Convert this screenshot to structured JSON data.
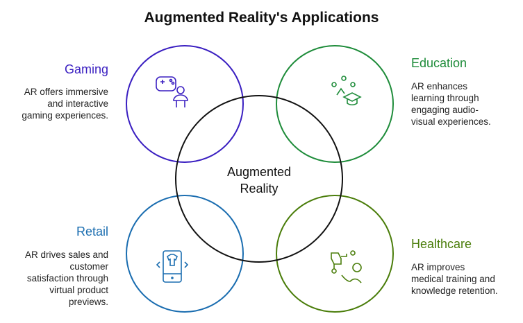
{
  "title": "Augmented Reality's Applications",
  "center": {
    "line1": "Augmented",
    "line2": "Reality"
  },
  "colors": {
    "gaming": "#3a1fc1",
    "education": "#1e8c3a",
    "retail": "#1a6db0",
    "healthcare": "#4a7d0a",
    "center": "#111111"
  },
  "items": [
    {
      "title": "Gaming",
      "description": [
        "AR offers immersive",
        "and interactive",
        "gaming experiences."
      ],
      "icon": "gamepad-person-icon"
    },
    {
      "title": "Education",
      "description": [
        "AR enhances",
        "learning through",
        "engaging audio-",
        "visual experiences."
      ],
      "icon": "graduation-cap-icon"
    },
    {
      "title": "Retail",
      "description": [
        "AR drives sales and",
        "customer",
        "satisfaction through",
        "virtual product",
        "previews."
      ],
      "icon": "phone-shirt-icon"
    },
    {
      "title": "Healthcare",
      "description": [
        "AR improves",
        "medical training and",
        "knowledge retention."
      ],
      "icon": "medical-person-icon"
    }
  ]
}
